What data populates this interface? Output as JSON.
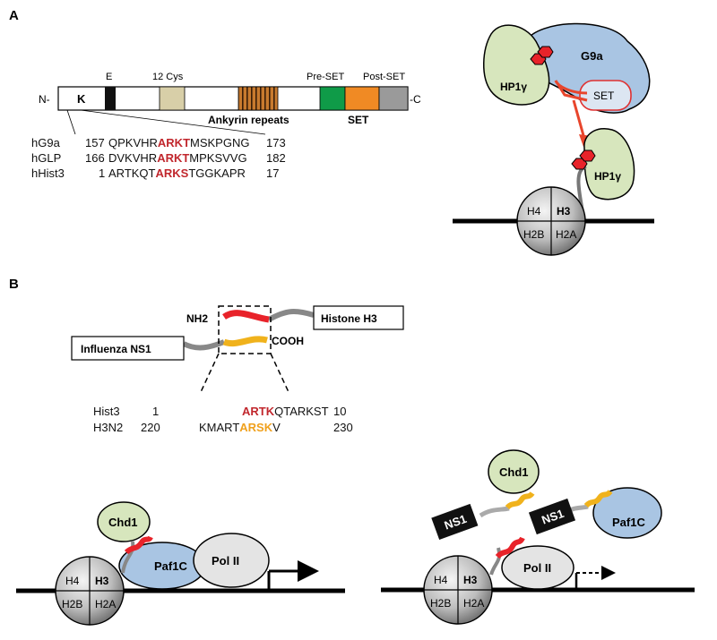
{
  "panel_a": {
    "label": "A",
    "domain_bar": {
      "n": "N-",
      "c": "-C",
      "k": "K",
      "e": "E",
      "cys": "12 Cys",
      "ankyrin": "Ankyrin repeats",
      "preset": "Pre-SET",
      "set": "SET",
      "postset": "Post-SET"
    },
    "sequences": [
      {
        "name": "hG9a",
        "start": "157",
        "pre": "QPKVHR",
        "motif": "ARKT",
        "post": "MSKPGNG",
        "end": "173"
      },
      {
        "name": "hGLP",
        "start": "166",
        "pre": "DVKVHR",
        "motif": "ARKT",
        "post": "MPKSVVG",
        "end": "182"
      },
      {
        "name": "hHist3",
        "start": "1",
        "pre": "ARTKQT",
        "motif": "ARKS",
        "post": "TGGKAPR",
        "end": "17"
      }
    ],
    "g9a": "G9a",
    "set": "SET",
    "hp1": "HP1γ",
    "hp1_b": "HP1γ",
    "nucleosome": {
      "h4": "H4",
      "h3": "H3",
      "h2b": "H2B",
      "h2a": "H2A"
    }
  },
  "panel_b": {
    "label": "B",
    "ns1_box": "Influenza NS1",
    "h3_box": "Histone H3",
    "nh2": "NH2",
    "cooh": "COOH",
    "seq1": {
      "name": "Hist3",
      "start": "1",
      "motif": "ARTK",
      "post": "QTARKST",
      "end": "10"
    },
    "seq2": {
      "name": "H3N2",
      "start": "220",
      "pre": "KMART",
      "motif": "ARSK",
      "post": "V",
      "end": "230"
    },
    "left": {
      "chd1": "Chd1",
      "paf1c": "Paf1C",
      "pol2": "Pol II",
      "nucleosome": {
        "h4": "H4",
        "h3": "H3",
        "h2b": "H2B",
        "h2a": "H2A"
      }
    },
    "right": {
      "chd1": "Chd1",
      "ns1_a": "NS1",
      "ns1_b": "NS1",
      "paf1c": "Paf1C",
      "pol2": "Pol II",
      "nucleosome": {
        "h4": "H4",
        "h3": "H3",
        "h2b": "H2B",
        "h2a": "H2A"
      }
    }
  },
  "colors": {
    "motif_red": "#c1272d",
    "motif_orange": "#f0a01c",
    "hp1_green": "#d7e6bd",
    "g9a_blue": "#a9c5e3",
    "set_orange": "#f08a24",
    "preset_green": "#0f9b48",
    "postset_gray": "#9a9a9a",
    "cys_tan": "#d8cfa8",
    "arrow_red": "#e8452c"
  }
}
